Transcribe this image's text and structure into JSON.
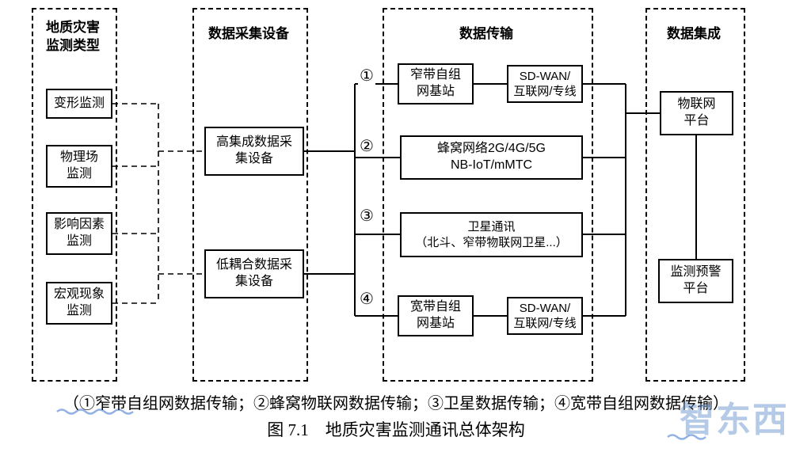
{
  "diagram": {
    "col_monitoring": {
      "title": "地质灾害\n监测类型",
      "items": [
        {
          "label": "变形监测"
        },
        {
          "label": "物理场\n监测"
        },
        {
          "label": "影响因素\n监测"
        },
        {
          "label": "宏观现象\n监测"
        }
      ]
    },
    "col_collection": {
      "title": "数据采集设备",
      "items": [
        {
          "label": "高集成数据采\n集设备"
        },
        {
          "label": "低耦合数据采\n集设备"
        }
      ]
    },
    "col_transmission": {
      "title": "数据传输",
      "row1_num": "①",
      "row1_box1": "窄带自组\n网基站",
      "row1_box2": "SD-WAN/\n互联网/专线",
      "row2_num": "②",
      "row2_box": "蜂窝网络2G/4G/5G\nNB-IoT/mMTC",
      "row3_num": "③",
      "row3_box": "卫星通讯\n（北斗、窄带物联网卫星...）",
      "row4_num": "④",
      "row4_box1": "宽带自组\n网基站",
      "row4_box2": "SD-WAN/\n互联网/专线"
    },
    "col_integration": {
      "title": "数据集成",
      "items": [
        {
          "label": "物联网\n平台"
        },
        {
          "label": "监测预警\n平台"
        }
      ]
    }
  },
  "caption": {
    "legend": "（①窄带自组网数据传输；②蜂窝物联网数据传输；③卫星数据传输；④宽带自组网数据传输）",
    "figure": "图 7.1　地质灾害监测通讯总体架构"
  },
  "watermark": "智东西",
  "colors": {
    "line": "#000000",
    "scribble": "#4a7fd4",
    "watermark": "#6996cd"
  }
}
